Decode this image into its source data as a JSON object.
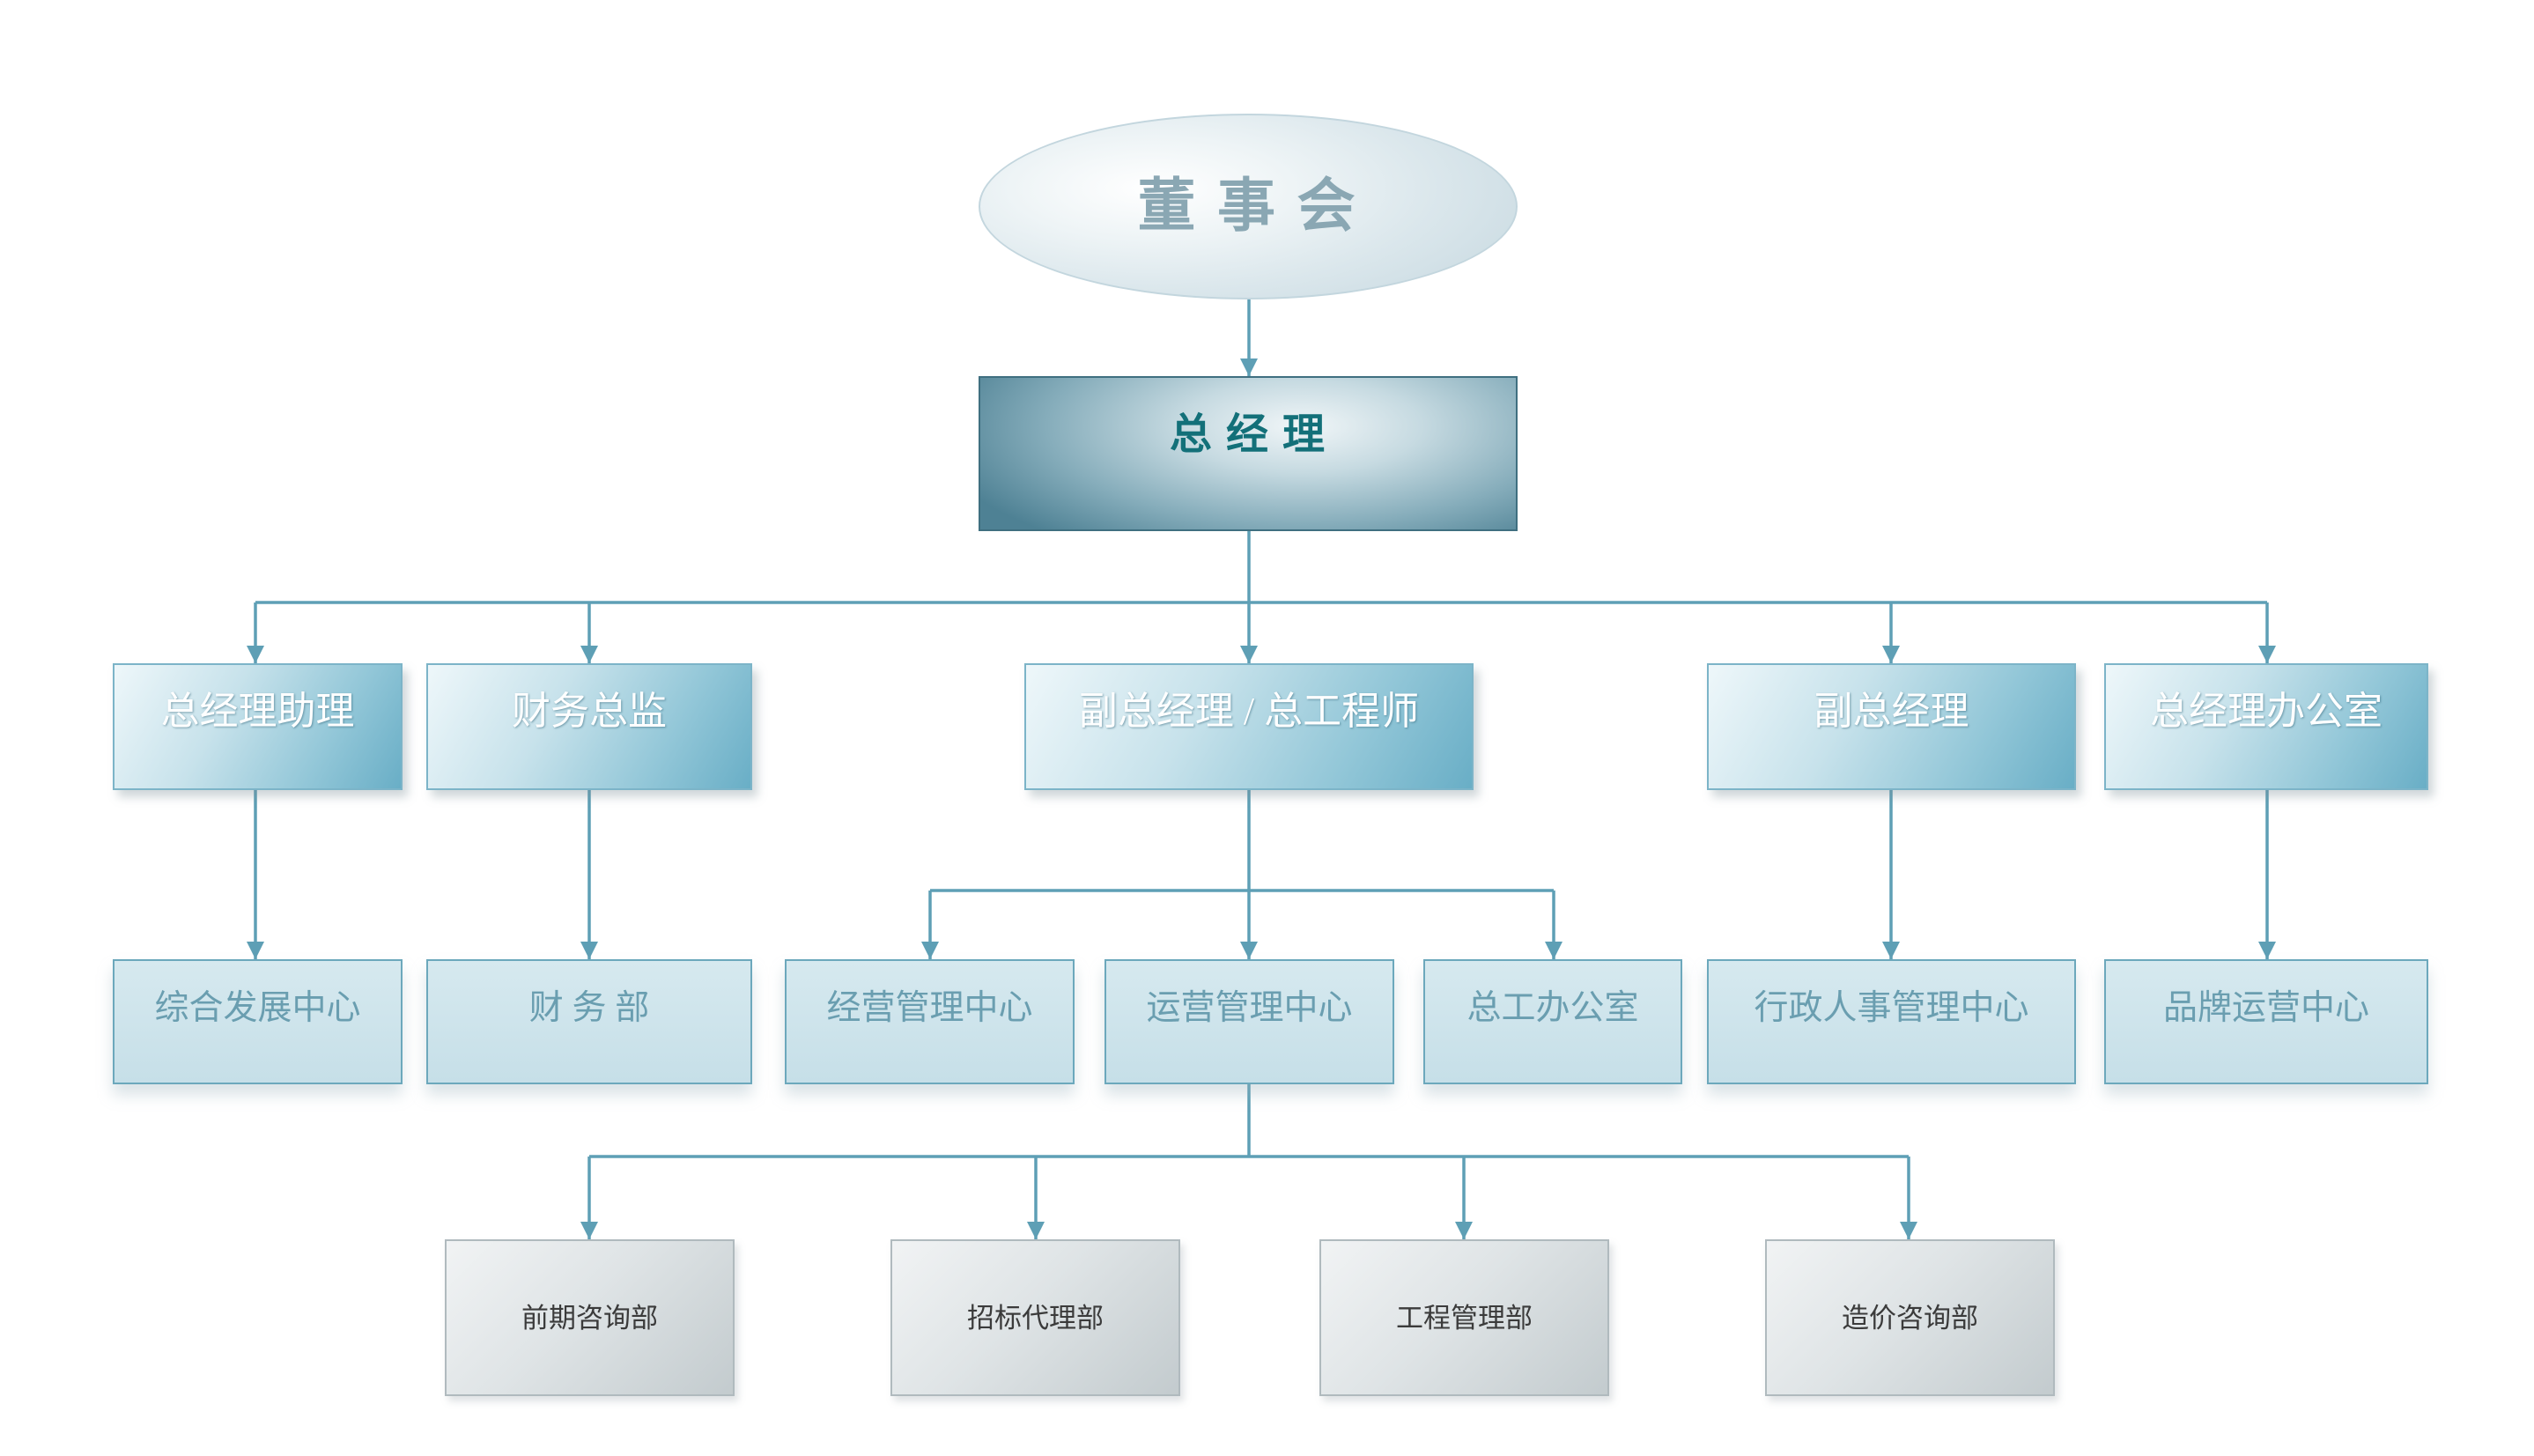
{
  "board": {
    "label": "董 事 会"
  },
  "general_manager": {
    "label": "总 经 理"
  },
  "level2": [
    {
      "label": "总经理助理"
    },
    {
      "label": "财务总监"
    },
    {
      "label": "副总经理 / 总工程师"
    },
    {
      "label": "副总经理"
    },
    {
      "label": "总经理办公室"
    }
  ],
  "level3": [
    {
      "label": "综合发展中心"
    },
    {
      "label": "财 务 部"
    },
    {
      "label": "经营管理中心"
    },
    {
      "label": "运营管理中心"
    },
    {
      "label": "总工办公室"
    },
    {
      "label": "行政人事管理中心"
    },
    {
      "label": "品牌运营中心"
    }
  ],
  "level4": [
    {
      "label": "前期咨询部"
    },
    {
      "label": "招标代理部"
    },
    {
      "label": "工程管理部"
    },
    {
      "label": "造价咨询部"
    }
  ],
  "colors": {
    "connector": "#5e9fb5",
    "general_manager_text": "#137079",
    "level2_text": "#ffffff",
    "level3_text": "#6a9eb0",
    "level4_text": "#3b3b3b"
  }
}
